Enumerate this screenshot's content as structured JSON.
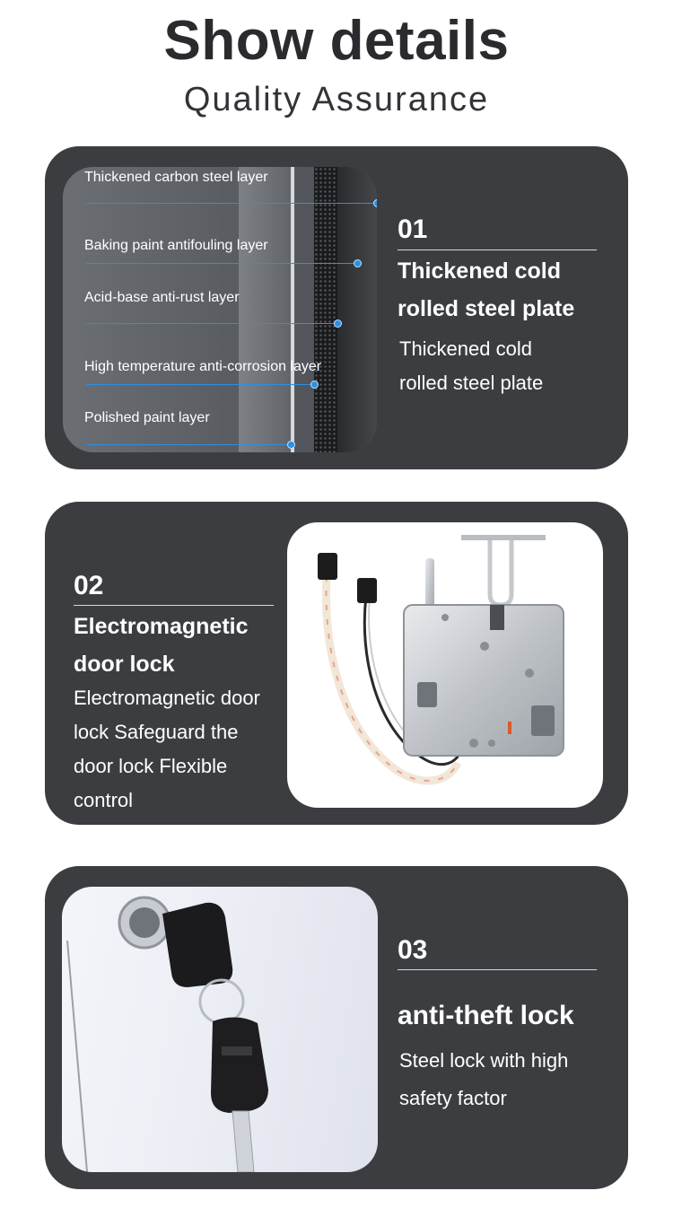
{
  "header": {
    "title": "Show details",
    "subtitle": "Quality Assurance"
  },
  "sections": [
    {
      "number": "01",
      "heading_line1": "Thickened cold",
      "heading_line2": "rolled steel plate",
      "desc_lines": [
        "Thickened cold",
        "rolled steel plate"
      ],
      "layers": [
        "Thickened carbon steel layer",
        "Baking paint antifouling layer",
        "Acid-base anti-rust layer",
        "High temperature anti-corrosion layer",
        "Polished paint layer"
      ]
    },
    {
      "number": "02",
      "heading_line1": "Electromagnetic",
      "heading_line2": "door lock",
      "desc_lines": [
        "Electromagnetic door",
        "lock Safeguard the",
        "door lock Flexible",
        "control"
      ]
    },
    {
      "number": "03",
      "heading": "anti-theft lock",
      "desc_lines": [
        "Steel lock with high",
        "safety factor"
      ]
    }
  ],
  "colors": {
    "card_bg": "#3b3d41",
    "title": "#2b2b2f",
    "accent_line": "#2d8fe0"
  },
  "icons": [
    "steel-plate-photo",
    "electromagnetic-lock-photo",
    "key-lock-photo"
  ]
}
